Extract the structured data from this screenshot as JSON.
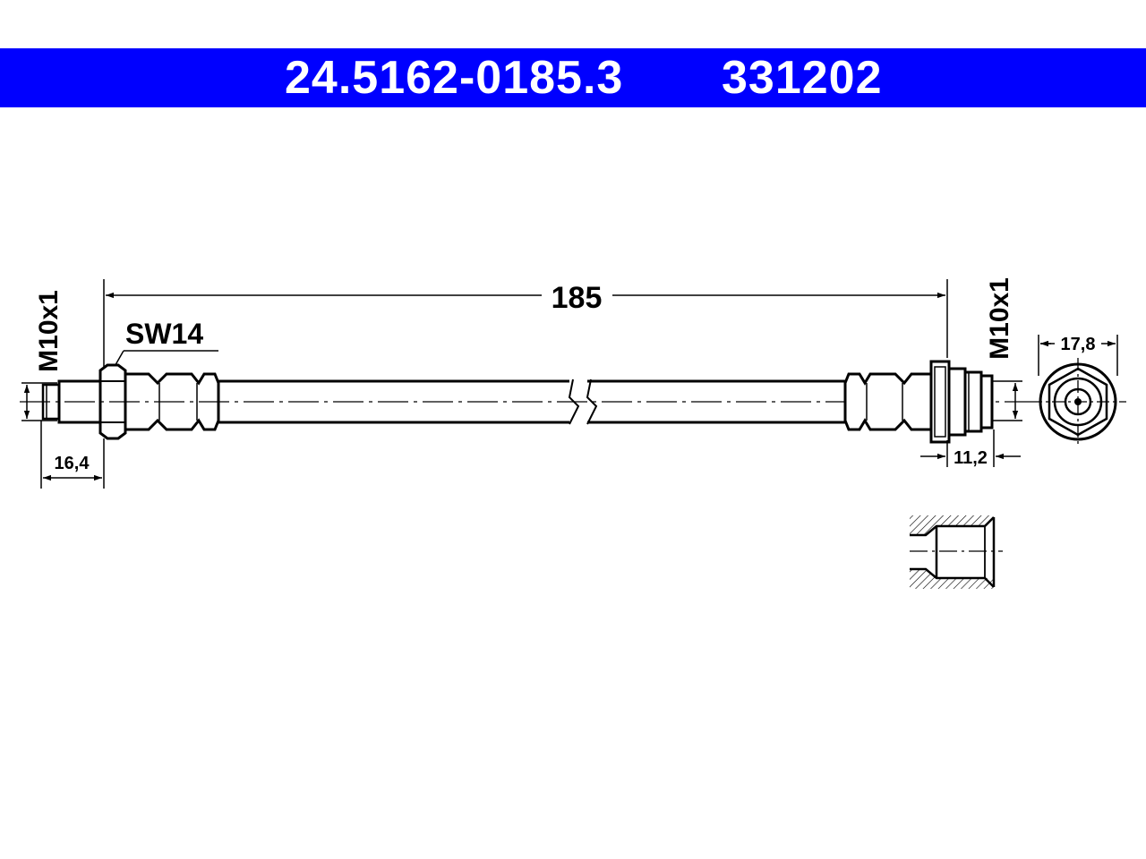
{
  "header": {
    "part_number": "24.5162-0185.3",
    "ref_number": "331202",
    "background_color": "#0000ff",
    "text_color": "#ffffff"
  },
  "dimensions": {
    "overall_length": "185",
    "left_thread": "M10x1",
    "right_thread": "M10x1",
    "wrench_size": "SW14",
    "left_fitting_length": "16,4",
    "right_fitting_length": "11,2",
    "end_view_diameter": "17,8"
  }
}
